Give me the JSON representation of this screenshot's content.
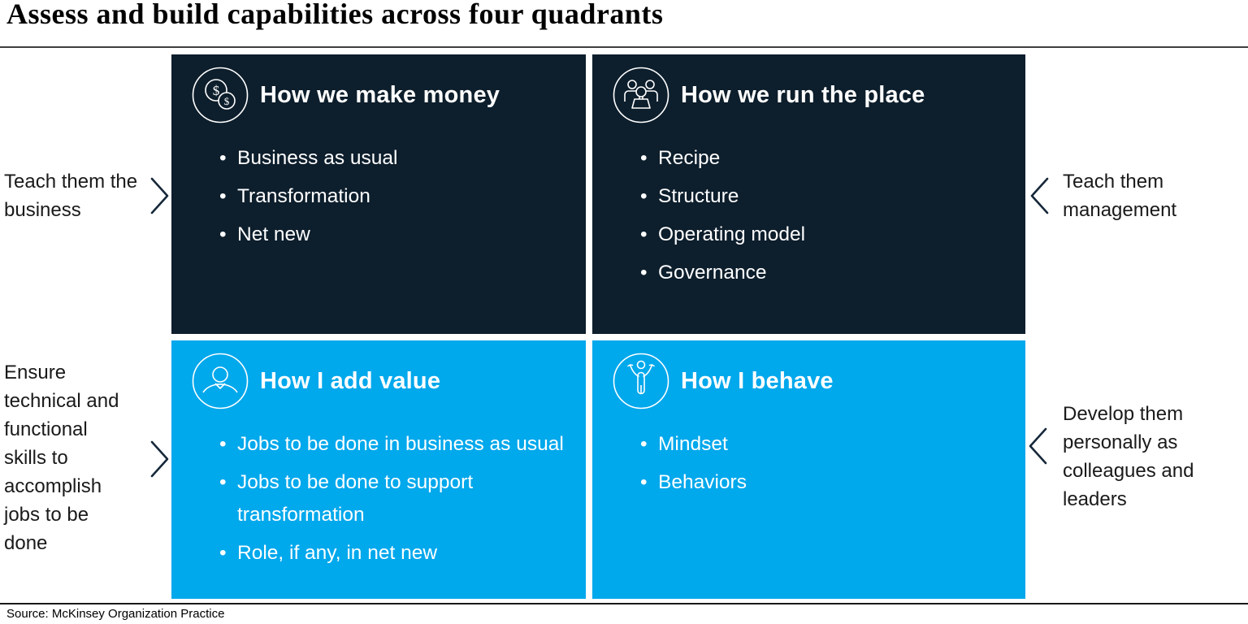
{
  "title": "Assess and build capabilities across four quadrants",
  "colors": {
    "dark_navy": "#0d1e2c",
    "bright_blue": "#00a8ec",
    "icon_stroke": "#ffffff",
    "chevron": "#16283a"
  },
  "quadrants": [
    {
      "id": "make-money",
      "icon": "coins-icon",
      "title": "How we make money",
      "theme": "dark",
      "bullets": [
        "Business as usual",
        "Transformation",
        "Net new"
      ]
    },
    {
      "id": "run-place",
      "icon": "people-group-icon",
      "title": "How we run the place",
      "theme": "dark",
      "bullets": [
        "Recipe",
        "Structure",
        "Operating model",
        "Governance"
      ]
    },
    {
      "id": "add-value",
      "icon": "person-icon",
      "title": "How I add value",
      "theme": "blue",
      "bullets": [
        "Jobs to be done in business as usual",
        "Jobs to be done to support transformation",
        "Role, if any, in net new"
      ]
    },
    {
      "id": "behave",
      "icon": "raised-arms-person-icon",
      "title": "How I behave",
      "theme": "blue",
      "bullets": [
        "Mindset",
        "Behaviors"
      ]
    }
  ],
  "side_labels": [
    {
      "position": "left-top",
      "direction": "right",
      "text": "Teach them the business"
    },
    {
      "position": "right-top",
      "direction": "left",
      "text": "Teach them management"
    },
    {
      "position": "left-bottom",
      "direction": "right",
      "text": "Ensure technical and functional skills to accomplish jobs to be done"
    },
    {
      "position": "right-bottom",
      "direction": "left",
      "text": "Develop them personally as colleagues and leaders"
    }
  ],
  "footer": {
    "source": "Source: McKinsey Organization Practice"
  }
}
